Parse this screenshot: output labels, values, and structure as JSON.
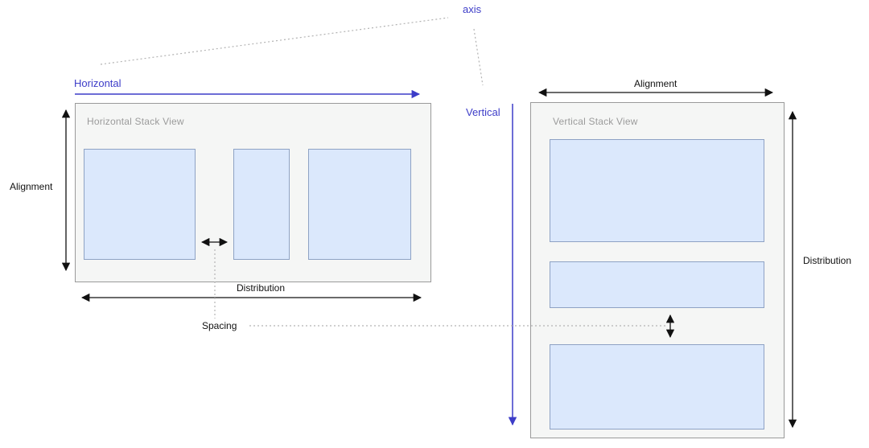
{
  "diagram": {
    "axis_label": "axis",
    "horizontal_label": "Horizontal",
    "vertical_label": "Vertical",
    "spacing_label": "Spacing",
    "horizontal_stack": {
      "title": "Horizontal Stack View",
      "alignment_label": "Alignment",
      "distribution_label": "Distribution",
      "item_count": 3
    },
    "vertical_stack": {
      "title": "Vertical Stack View",
      "alignment_label": "Alignment",
      "distribution_label": "Distribution",
      "item_count": 3
    },
    "colors": {
      "axis_accent": "#3d3dc8",
      "item_fill": "#dbe8fc",
      "item_border": "#8ea2c4",
      "stack_fill": "#f5f6f5",
      "stack_border": "#9a9a9a",
      "stack_title_text": "#9b9b9b",
      "annotation_arrow": "#000000",
      "dotted_connector": "#b3b3b3"
    }
  }
}
